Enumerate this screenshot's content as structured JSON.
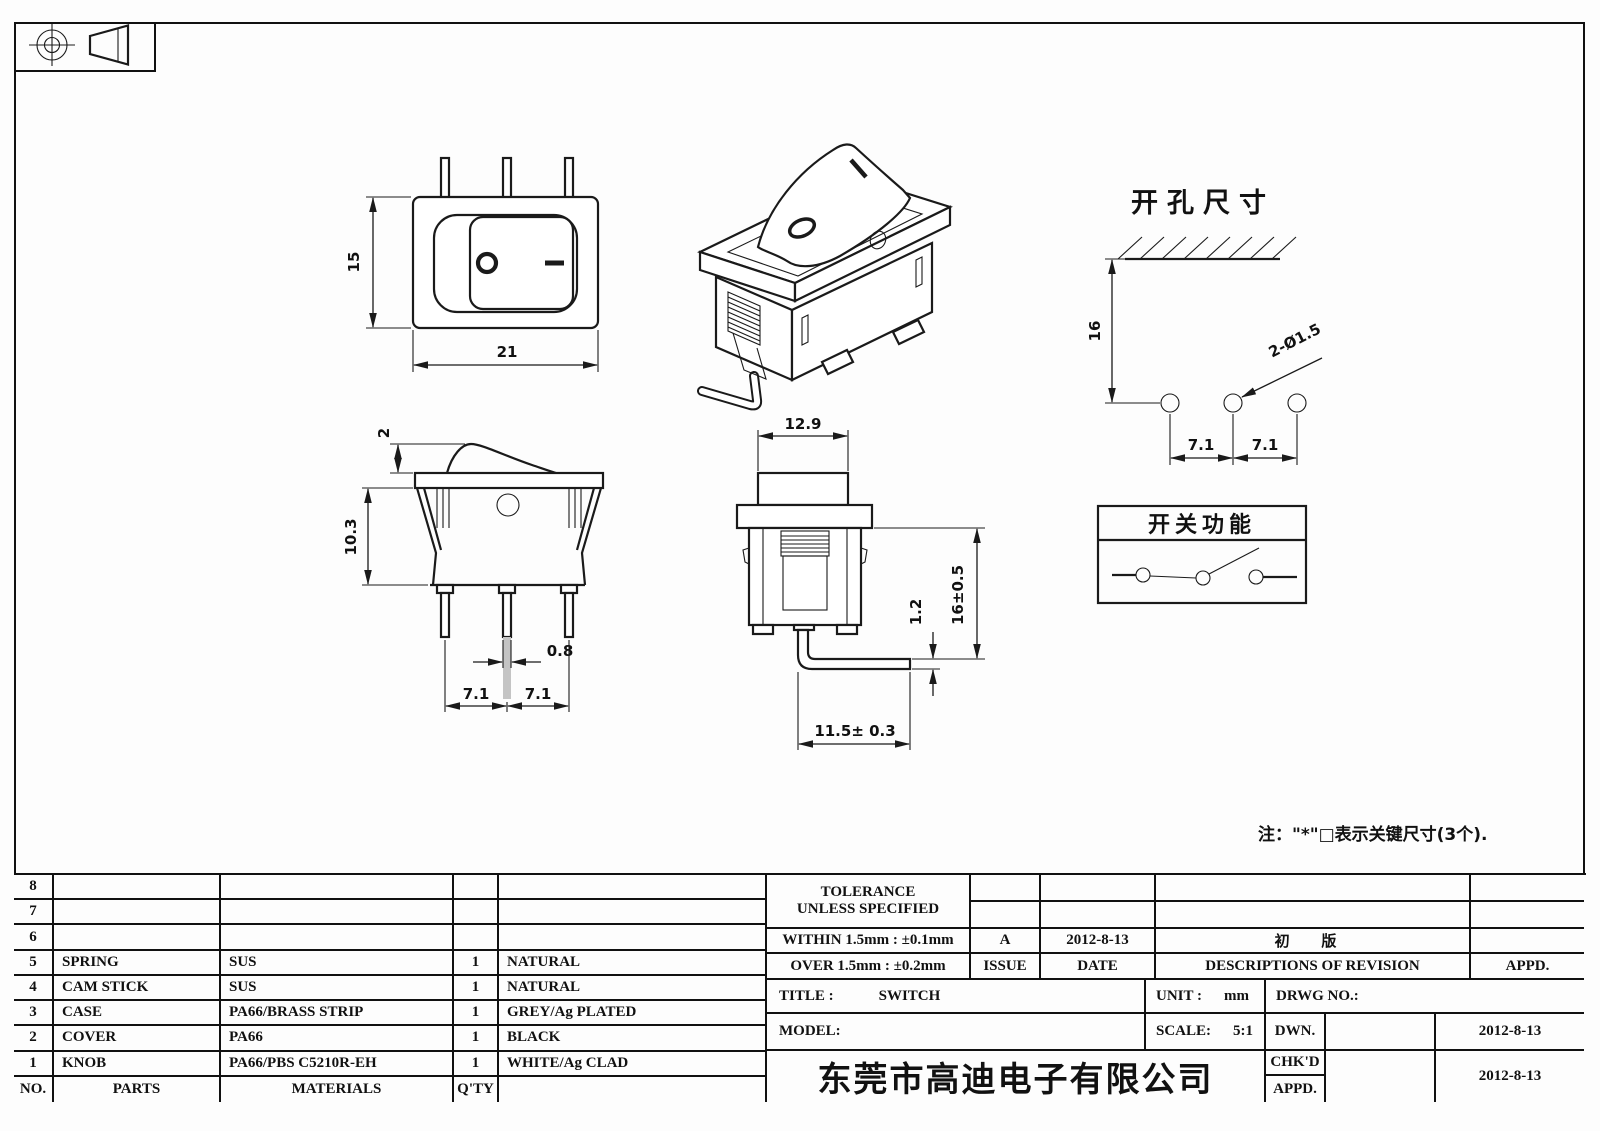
{
  "drawing": {
    "front_view": {
      "dim_height": "15",
      "dim_width": "21"
    },
    "side_view": {
      "dim_rocker_height": "2",
      "dim_body_height": "10.3",
      "dim_pin_width": "0.8",
      "dim_pitch_left": "7.1",
      "dim_pitch_right": "7.1"
    },
    "profile_view": {
      "dim_width": "12.9",
      "dim_pin_thickness": "1.2",
      "dim_total_height": "16±0.5",
      "dim_pin_length": "11.5± 0.3"
    },
    "cutout_view": {
      "title": "开孔尺寸",
      "dim_depth": "16",
      "dim_holes": "2-Ø1.5",
      "dim_pitch_left": "7.1",
      "dim_pitch_right": "7.1"
    },
    "function_box": {
      "title": "开关功能"
    },
    "note": "注：\"*\"□表示关键尺寸(3个)."
  },
  "parts_table": {
    "header": {
      "no": "NO.",
      "parts": "PARTS",
      "materials": "MATERIALS",
      "qty": "Q'TY",
      "finish": ""
    },
    "rows": [
      {
        "no": "8",
        "part": "",
        "material": "",
        "qty": "",
        "finish": ""
      },
      {
        "no": "7",
        "part": "",
        "material": "",
        "qty": "",
        "finish": ""
      },
      {
        "no": "6",
        "part": "",
        "material": "",
        "qty": "",
        "finish": ""
      },
      {
        "no": "5",
        "part": "SPRING",
        "material": "SUS",
        "qty": "1",
        "finish": "NATURAL"
      },
      {
        "no": "4",
        "part": "CAM STICK",
        "material": "SUS",
        "qty": "1",
        "finish": "NATURAL"
      },
      {
        "no": "3",
        "part": "CASE",
        "material": "PA66/BRASS STRIP",
        "qty": "1",
        "finish": "GREY/Ag PLATED"
      },
      {
        "no": "2",
        "part": "COVER",
        "material": "PA66",
        "qty": "1",
        "finish": "BLACK"
      },
      {
        "no": "1",
        "part": "KNOB",
        "material": "PA66/PBS C5210R-EH",
        "qty": "1",
        "finish": "WHITE/Ag CLAD"
      }
    ]
  },
  "tolerance": {
    "line1": "TOLERANCE",
    "line2": "UNLESS  SPECIFIED",
    "within": "WITHIN 1.5mm : ±0.1mm",
    "over": "OVER 1.5mm : ±0.2mm"
  },
  "revision": {
    "issue_value": "A",
    "date_value": "2012-8-13",
    "desc_value": "初 版",
    "appd_value": "",
    "issue_label": "ISSUE",
    "date_label": "DATE",
    "desc_label": "DESCRIPTIONS OF REVISION",
    "appd_label": "APPD."
  },
  "title_block": {
    "title_label": "TITLE :",
    "title_value": "SWITCH",
    "unit_label": "UNIT :",
    "unit_value": "mm",
    "drwg_label": "DRWG NO.:",
    "model_label": "MODEL:",
    "scale_label": "SCALE:",
    "scale_value": "5:1",
    "dwn_label": "DWN.",
    "dwn_date": "2012-8-13",
    "chkd_label": "CHK'D",
    "appd_label": "APPD.",
    "chkd_date": "2012-8-13",
    "company": "东莞市高迪电子有限公司"
  }
}
